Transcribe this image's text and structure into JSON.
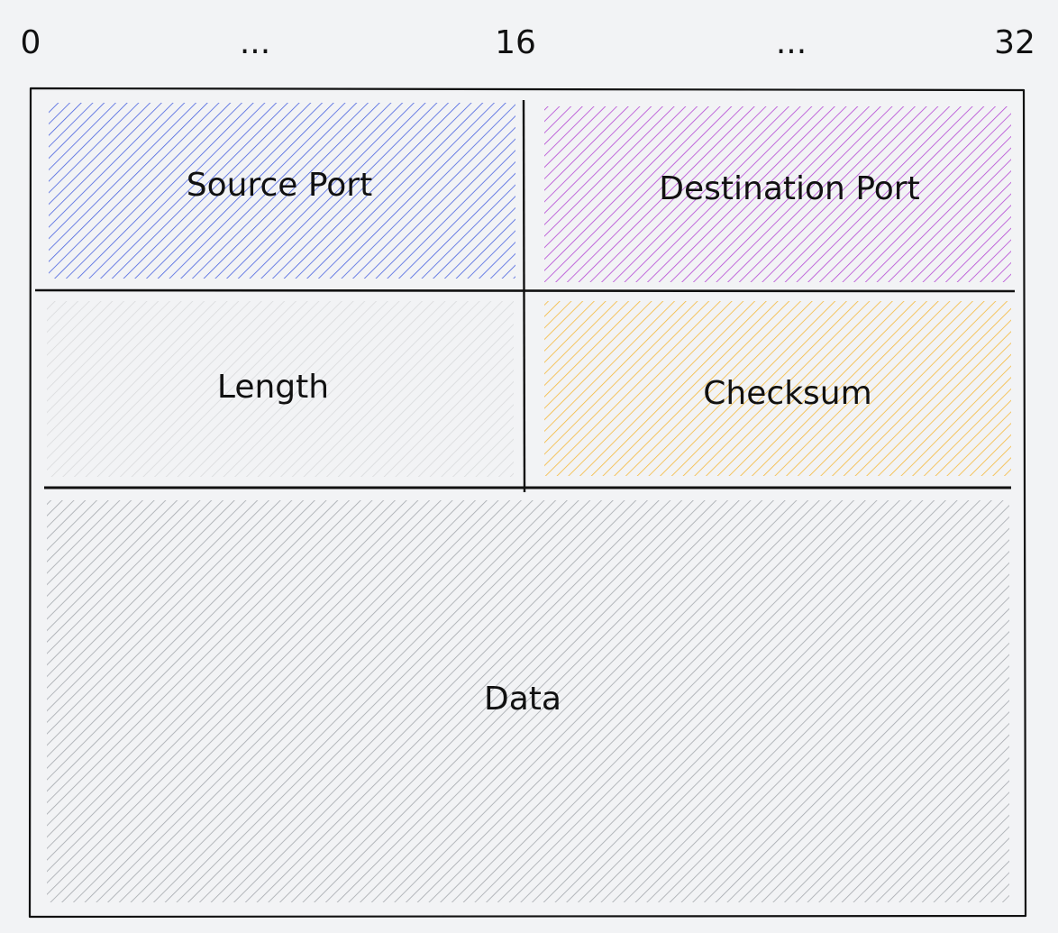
{
  "ruler": {
    "labels": [
      "0",
      "...",
      "16",
      "...",
      "32"
    ]
  },
  "fields": {
    "source_port": {
      "label": "Source Port",
      "color": "#4a63e0"
    },
    "destination_port": {
      "label": "Destination Port",
      "color": "#b447d4"
    },
    "length": {
      "label": "Length",
      "color": "#d9dadc"
    },
    "checksum": {
      "label": "Checksum",
      "color": "#f5b93b"
    },
    "data": {
      "label": "Data",
      "color": "#a4a8ad"
    }
  },
  "colors": {
    "background": "#f2f3f5",
    "line": "#111111"
  }
}
